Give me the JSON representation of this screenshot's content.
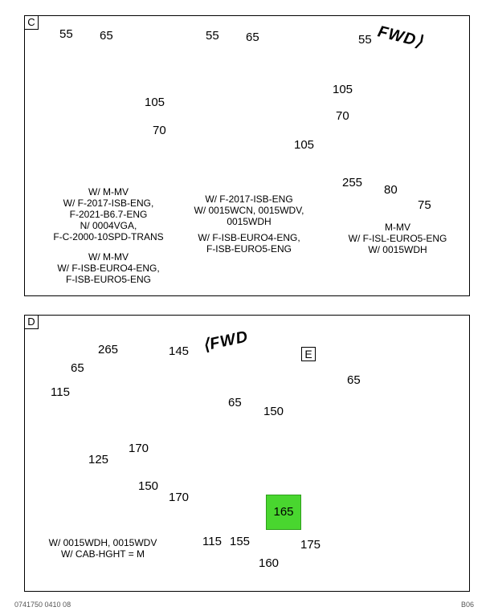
{
  "panel_c": {
    "tag": "C",
    "fwd_label": "FWD",
    "fig1": {
      "callouts": [
        "55",
        "65",
        "105",
        "70"
      ],
      "caption_a": [
        "W/ M-MV",
        "W/ F-2017-ISB-ENG,",
        "F-2021-B6.7-ENG",
        "N/ 0004VGA,",
        "F-C-2000-10SPD-TRANS"
      ],
      "caption_b": [
        "W/ M-MV",
        "W/ F-ISB-EURO4-ENG,",
        "F-ISB-EURO5-ENG"
      ]
    },
    "fig2": {
      "callouts": [
        "55",
        "65",
        "105"
      ],
      "caption_a": [
        "W/ F-2017-ISB-ENG",
        "W/ 0015WCN, 0015WDV,",
        "0015WDH"
      ],
      "caption_b": [
        "W/ F-ISB-EURO4-ENG,",
        "F-ISB-EURO5-ENG"
      ]
    },
    "fig3": {
      "callouts": [
        "55",
        "105",
        "70",
        "255",
        "80",
        "75"
      ],
      "caption": [
        "M-MV",
        "W/ F-ISL-EURO5-ENG",
        "W/ 0015WDH"
      ]
    }
  },
  "panel_d": {
    "tag": "D",
    "fwd_label": "FWD",
    "view_label": "E",
    "callouts": [
      "265",
      "145",
      "65",
      "115",
      "125",
      "170",
      "150",
      "170",
      "65",
      "150",
      "65",
      "175",
      "115",
      "155",
      "160"
    ],
    "highlight": "165",
    "caption": [
      "W/ 0015WDH, 0015WDV",
      "W/ CAB-HGHT = M"
    ]
  },
  "footer": {
    "left": "0741750 0410 08",
    "right": "B06"
  },
  "colors": {
    "highlight": "#49d62f",
    "line": "#000000"
  }
}
